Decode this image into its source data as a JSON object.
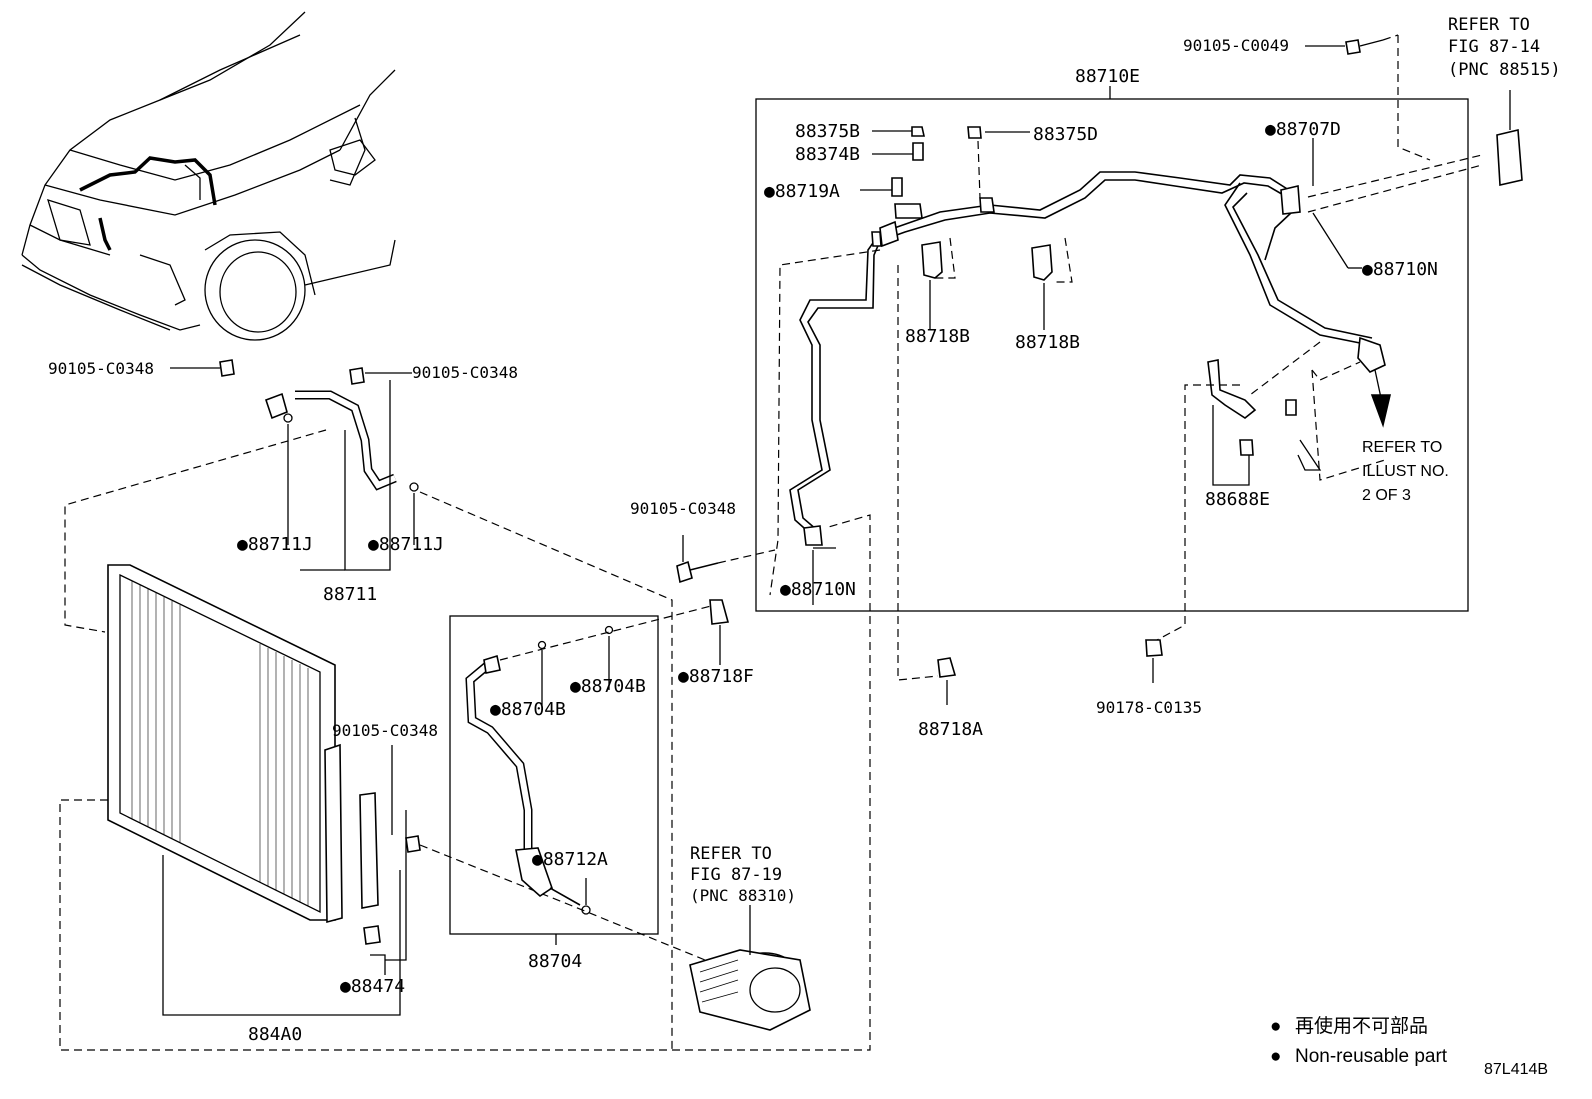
{
  "diagram": {
    "code": "87L414B",
    "legend": {
      "jp": "再使用不可部品",
      "en": "Non-reusable part",
      "marker": "●"
    },
    "refs": {
      "top_right": [
        "REFER TO",
        "FIG 87-14",
        "(PNC 88515)"
      ],
      "illust": [
        "REFER TO",
        "ILLUST NO.",
        "2 OF 3"
      ],
      "compressor": [
        "REFER TO",
        "FIG 87-19",
        "(PNC 88310)"
      ]
    },
    "parts": {
      "p_90105_C0049": "90105-C0049",
      "p_88710E": "88710E",
      "p_88375B": "88375B",
      "p_88374B": "88374B",
      "p_88375D": "88375D",
      "p_88707D": "88707D",
      "p_88719A": "88719A",
      "p_88710N_right": "88710N",
      "p_88718B_1": "88718B",
      "p_88718B_2": "88718B",
      "p_88688E": "88688E",
      "p_90105_C0348_a": "90105-C0348",
      "p_90105_C0348_b": "90105-C0348",
      "p_90105_C0348_c": "90105-C0348",
      "p_90105_C0348_d": "90105-C0348",
      "p_88711J_1": "88711J",
      "p_88711J_2": "88711J",
      "p_88711": "88711",
      "p_88710N_left": "88710N",
      "p_88718F": "88718F",
      "p_88718A": "88718A",
      "p_90178_C0135": "90178-C0135",
      "p_88704B_1": "88704B",
      "p_88704B_2": "88704B",
      "p_88712A": "88712A",
      "p_88704": "88704",
      "p_88474": "88474",
      "p_884A0": "884A0"
    },
    "non_reusable": [
      "88707D",
      "88719A",
      "88710N",
      "88711J",
      "88704B",
      "88712A",
      "88474",
      "88718F"
    ]
  }
}
